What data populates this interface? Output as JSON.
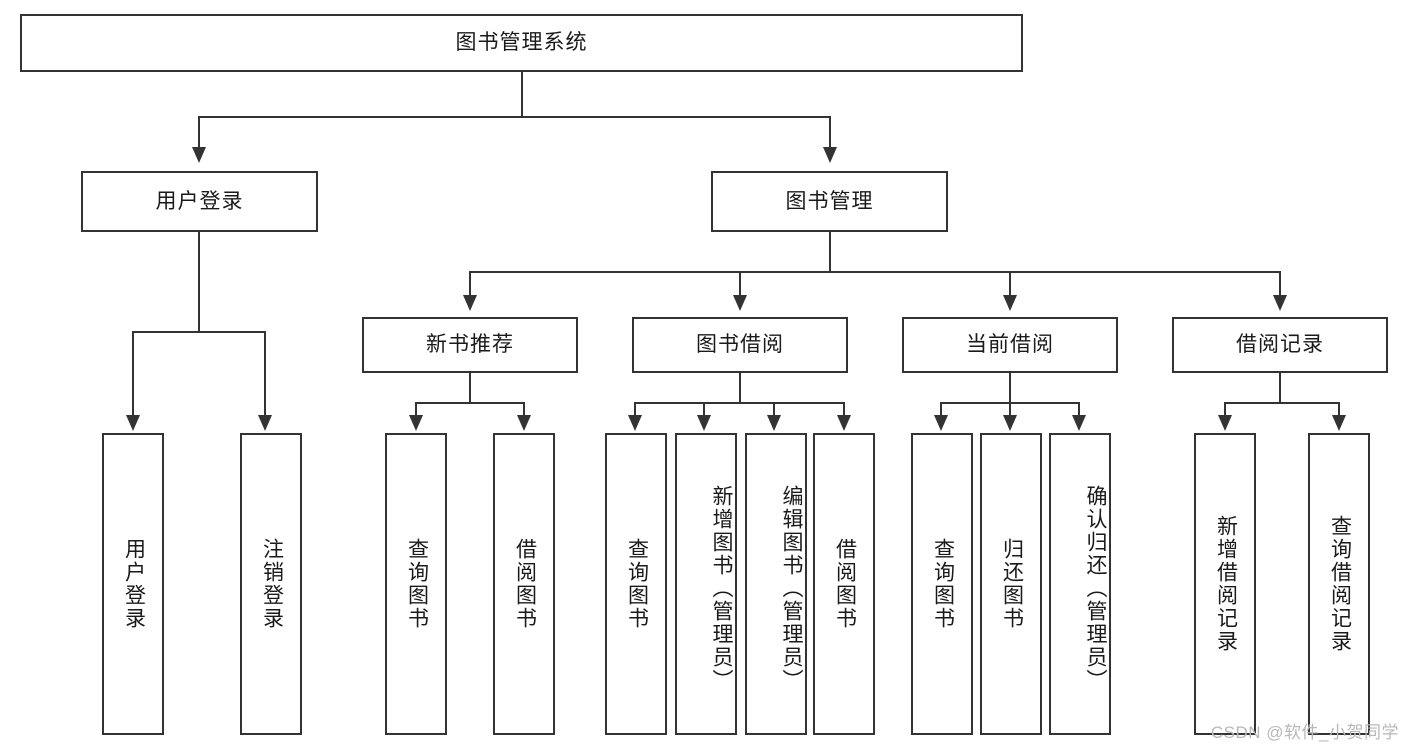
{
  "diagram": {
    "title_node": {
      "label": "图书管理系统"
    },
    "level1": [
      {
        "id": "user-login",
        "label": "用户登录"
      },
      {
        "id": "book-management",
        "label": "图书管理"
      }
    ],
    "level2": [
      {
        "id": "new-book-recommend",
        "label": "新书推荐"
      },
      {
        "id": "book-borrow",
        "label": "图书借阅"
      },
      {
        "id": "current-borrow",
        "label": "当前借阅"
      },
      {
        "id": "borrow-record",
        "label": "借阅记录"
      }
    ],
    "leaves": {
      "user_login": [
        {
          "id": "user-login-leaf",
          "label": "用户登录"
        },
        {
          "id": "logout-leaf",
          "label": "注销登录"
        }
      ],
      "new_book_recommend": [
        {
          "id": "query-book-1",
          "label": "查询图书"
        },
        {
          "id": "borrow-book-1",
          "label": "借阅图书"
        }
      ],
      "book_borrow": [
        {
          "id": "query-book-2",
          "label": "查询图书"
        },
        {
          "id": "add-book",
          "label": "新增图书（管理员）"
        },
        {
          "id": "edit-book",
          "label": "编辑图书（管理员）"
        },
        {
          "id": "borrow-book-2",
          "label": "借阅图书"
        }
      ],
      "current_borrow": [
        {
          "id": "query-book-3",
          "label": "查询图书"
        },
        {
          "id": "return-book",
          "label": "归还图书"
        },
        {
          "id": "confirm-return",
          "label": "确认归还（管理员）"
        }
      ],
      "borrow_record": [
        {
          "id": "add-borrow-record",
          "label": "新增借阅记录"
        },
        {
          "id": "query-borrow-record",
          "label": "查询借阅记录"
        }
      ]
    },
    "watermark": "CSDN @软件_小贺同学",
    "colors": {
      "stroke": "#333333",
      "fill": "#ffffff",
      "text": "#1a1a1a",
      "watermark": "#b8b8b8"
    }
  }
}
